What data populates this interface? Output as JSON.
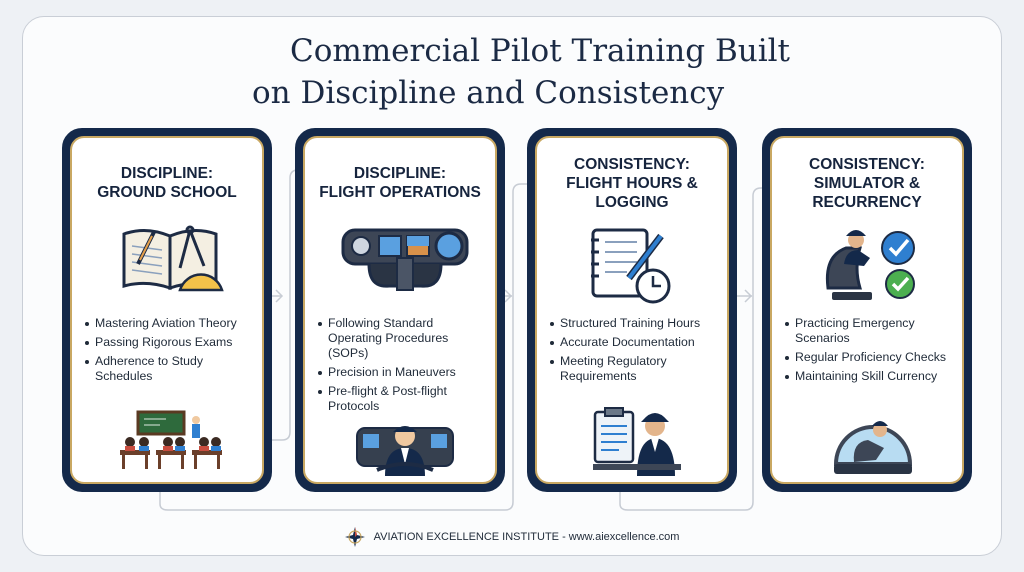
{
  "title": {
    "line1": "Commercial Pilot Training Built",
    "line2": "on Discipline and Consistency"
  },
  "cards": [
    {
      "title1": "DISCIPLINE:",
      "title2": "GROUND SCHOOL",
      "title3": "",
      "bullets": [
        "Mastering Aviation Theory",
        "Passing Rigorous Exams",
        "Adherence to Study Schedules"
      ],
      "illustrations": [
        "book-compass-icon",
        "classroom-icon"
      ]
    },
    {
      "title1": "DISCIPLINE:",
      "title2": "FLIGHT OPERATIONS",
      "title3": "",
      "bullets": [
        "Following Standard Operating Procedures (SOPs)",
        "Precision in Maneuvers",
        "Pre-flight & Post-flight Protocols"
      ],
      "illustrations": [
        "cockpit-yoke-icon",
        "pilot-cockpit-icon"
      ]
    },
    {
      "title1": "CONSISTENCY:",
      "title2": "FLIGHT HOURS &",
      "title3": "LOGGING",
      "bullets": [
        "Structured Training Hours",
        "Accurate Documentation",
        "Meeting Regulatory Requirements"
      ],
      "illustrations": [
        "logbook-clock-icon",
        "pilot-logging-icon"
      ]
    },
    {
      "title1": "CONSISTENCY:",
      "title2": "SIMULATOR &",
      "title3": "RECURRENCY",
      "bullets": [
        "Practicing Emergency Scenarios",
        "Regular Proficiency Checks",
        "Maintaining Skill Currency"
      ],
      "illustrations": [
        "simulator-check-icon",
        "simulator-pod-icon"
      ]
    }
  ],
  "footer": {
    "text": "AVIATION EXCELLENCE INSTITUTE - www.aiexcellence.com",
    "icon": "compass-rose-icon"
  },
  "colors": {
    "navy": "#14294a",
    "gold": "#c9a862",
    "accent_blue": "#2f7fd0",
    "check_green": "#4caf50"
  }
}
